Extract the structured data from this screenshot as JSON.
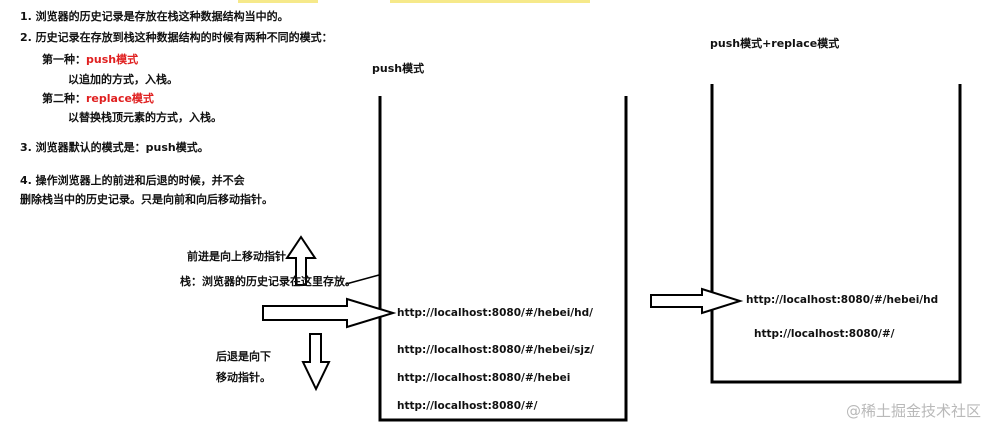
{
  "notes": {
    "line1": "1. 浏览器的历史记录是存放在栈这种数据结构当中的。",
    "line2": "2. 历史记录在存放到栈这种数据结构的时候有两种不同的模式：",
    "mode1_prefix": "第一种：",
    "mode1_name": "push模式",
    "mode1_desc": "以追加的方式，入栈。",
    "mode2_prefix": "第二种：",
    "mode2_name": "replace模式",
    "mode2_desc": "以替换栈顶元素的方式，入栈。",
    "line3": "3. 浏览器默认的模式是：push模式。",
    "line4a": "4. 操作浏览器上的前进和后退的时候，并不会",
    "line4b": "删除栈当中的历史记录。只是向前和向后移动指针。"
  },
  "left_diagram": {
    "forward_label": "前进是向上移动指针",
    "stack_label": "栈：浏览器的历史记录在这里存放。",
    "back_label_1": "后退是向下",
    "back_label_2": "移动指针。"
  },
  "push_stack": {
    "title": "push模式",
    "entries": [
      "http://localhost:8080/#/hebei/hd/",
      "http://localhost:8080/#/hebei/sjz/",
      "http://localhost:8080/#/hebei",
      "http://localhost:8080/#/"
    ]
  },
  "replace_stack": {
    "title": "push模式+replace模式",
    "entries": [
      "http://localhost:8080/#/hebei/hd",
      "http://localhost:8080/#/"
    ]
  },
  "watermark": "@稀土掘金技术社区",
  "colors": {
    "accent_red": "#e02020",
    "line": "#000000",
    "top_strip": "#f6e98a"
  }
}
